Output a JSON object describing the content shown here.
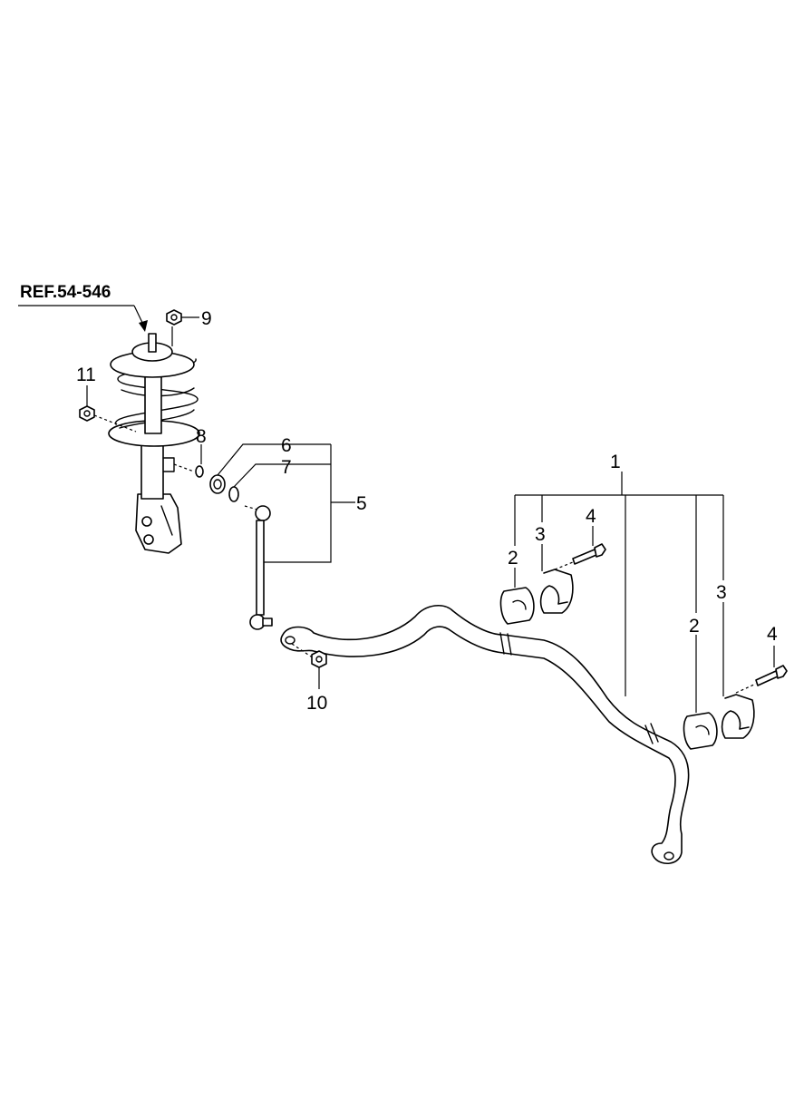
{
  "diagram": {
    "reference": "REF.54-546",
    "callouts": {
      "c1": "1",
      "c2a": "2",
      "c2b": "2",
      "c3a": "3",
      "c3b": "3",
      "c4a": "4",
      "c4b": "4",
      "c5": "5",
      "c6": "6",
      "c7": "7",
      "c8": "8",
      "c9": "9",
      "c10": "10",
      "c11": "11"
    },
    "parts": {
      "strut": "strut-spring-assembly-icon",
      "stabilizer_bar": "stabilizer-bar-icon",
      "link": "stabilizer-link-icon",
      "bushing": "bushing-icon",
      "bracket": "bracket-icon",
      "bolt": "bolt-icon",
      "nut": "nut-icon"
    },
    "colors": {
      "ink": "#000000",
      "paper": "#ffffff"
    }
  }
}
